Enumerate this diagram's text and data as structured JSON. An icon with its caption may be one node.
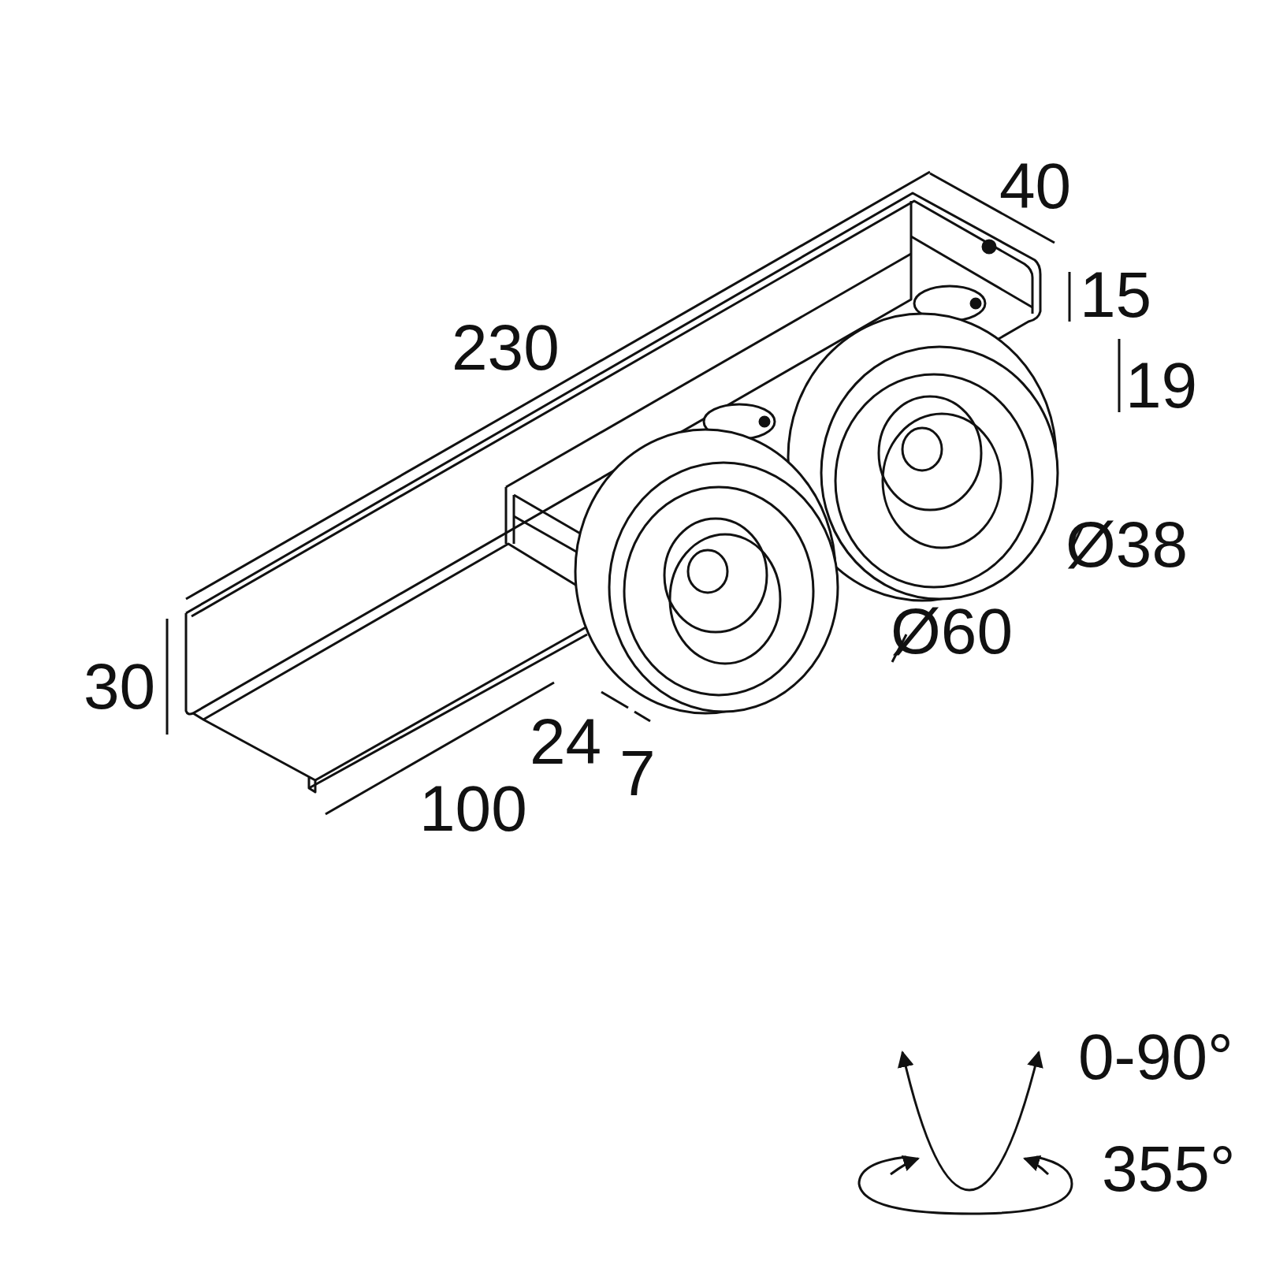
{
  "diagram": {
    "labels": [
      "40",
      "15",
      "230",
      "19",
      "Ø38",
      "30",
      "Ø60",
      "24",
      "7",
      "100",
      "0-90°",
      "355°"
    ]
  }
}
